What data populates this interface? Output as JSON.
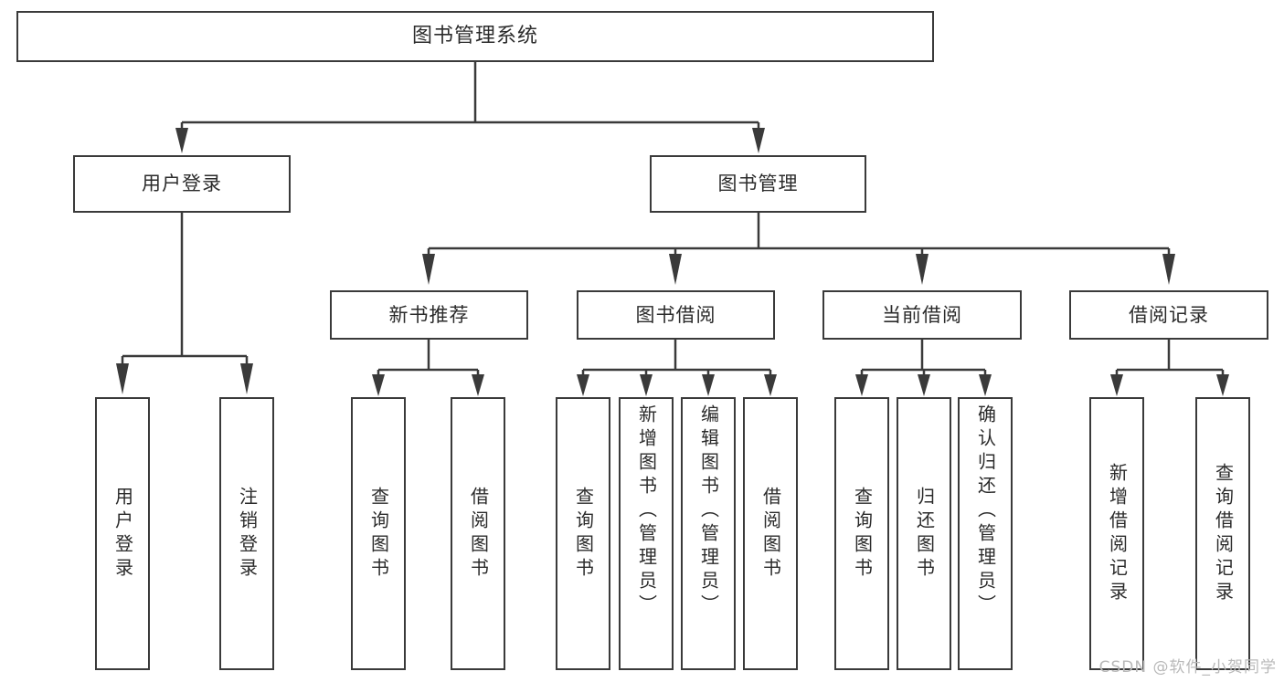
{
  "diagram": {
    "type": "tree-hierarchy-chart",
    "title": "图书管理系统",
    "stroke_color": "#3a3a3a",
    "fill_color": "#ffffff",
    "text_color": "#2b2b2b",
    "nodes": {
      "root": {
        "label": "图书管理系统"
      },
      "level2": [
        {
          "label": "用户登录"
        },
        {
          "label": "图书管理"
        }
      ],
      "level3": [
        {
          "label": "新书推荐"
        },
        {
          "label": "图书借阅"
        },
        {
          "label": "当前借阅"
        },
        {
          "label": "借阅记录"
        }
      ],
      "leaves": {
        "user_login": [
          {
            "label": "用户登录"
          },
          {
            "label": "注销登录"
          }
        ],
        "new_book": [
          {
            "label": "查询图书"
          },
          {
            "label": "借阅图书"
          }
        ],
        "borrow_book": [
          {
            "label": "查询图书"
          },
          {
            "label": "新增图书（管理员）"
          },
          {
            "label": "编辑图书（管理员）"
          },
          {
            "label": "借阅图书"
          }
        ],
        "current_borrow": [
          {
            "label": "查询图书"
          },
          {
            "label": "归还图书"
          },
          {
            "label": "确认归还（管理员）"
          }
        ],
        "borrow_record": [
          {
            "label": "新增借阅记录"
          },
          {
            "label": "查询借阅记录"
          }
        ]
      }
    },
    "watermark": "CSDN @软件_小贺同学"
  }
}
